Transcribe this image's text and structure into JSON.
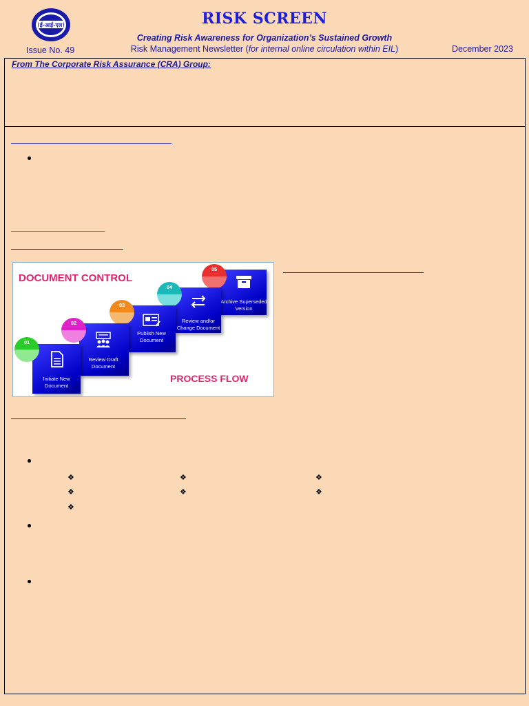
{
  "header": {
    "logo_text": "ई-आई-एल",
    "title": "RISK SCREEN",
    "tagline": "Creating Risk Awareness for Organization’s Sustained Growth",
    "issue": "Issue No. 49",
    "newsletter_prefix": "Risk Management Newsletter (",
    "newsletter_italic": "for internal online circulation within EIL",
    "newsletter_suffix": ")",
    "date": "December 2023"
  },
  "cra_box": {
    "heading": "From The Corporate Risk Assurance (CRA) Group:"
  },
  "figure": {
    "title": "DOCUMENT CONTROL",
    "subtitle": "PROCESS FLOW",
    "steps": [
      {
        "num": "01",
        "label": "Initiate New Document",
        "icon": "document-icon",
        "color": "#29cc29"
      },
      {
        "num": "02",
        "label": "Review Draft Document",
        "icon": "team-review-icon",
        "color": "#e020c8"
      },
      {
        "num": "03",
        "label": "Publish New Document",
        "icon": "publish-icon",
        "color": "#f08a20"
      },
      {
        "num": "04",
        "label": "Review and/or Change Document",
        "icon": "swap-arrows-icon",
        "color": "#1ab8b8"
      },
      {
        "num": "05",
        "label": "Archive Superseded Version",
        "icon": "archive-box-icon",
        "color": "#e83030"
      }
    ]
  },
  "colors": {
    "background": "#fbd8b6",
    "title_blue": "#1f1fd6",
    "text_navy": "#1a1a9e",
    "accent_pink": "#e0246e"
  }
}
